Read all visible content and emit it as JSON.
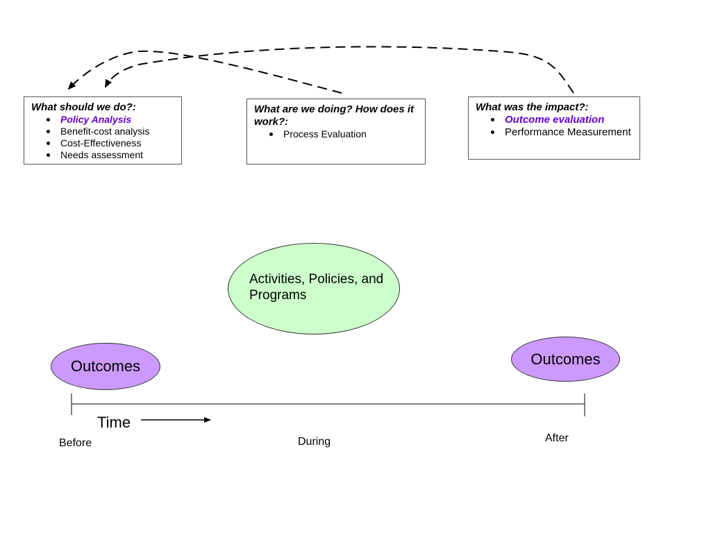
{
  "boxes": {
    "before": {
      "question": "What should we do?:",
      "items": [
        "Policy Analysis",
        "Benefit-cost analysis",
        "Cost-Effectiveness",
        "Needs assessment"
      ]
    },
    "during": {
      "question": "What are we doing? How does it work?:",
      "items": [
        "Process Evaluation"
      ]
    },
    "after": {
      "question": "What was the impact?:",
      "items": [
        "Outcome evaluation",
        "Performance Measurement"
      ]
    }
  },
  "center": {
    "label": "Activities, Policies, and Programs"
  },
  "outcomes": {
    "before": "Outcomes",
    "after": "Outcomes"
  },
  "timeline": {
    "time_label": "Time",
    "before": "Before",
    "during": "During",
    "after": "After"
  },
  "colors": {
    "highlight_text": "#6600cc",
    "outcome_fill": "#cc99ff",
    "activities_fill": "#ccffcc"
  }
}
